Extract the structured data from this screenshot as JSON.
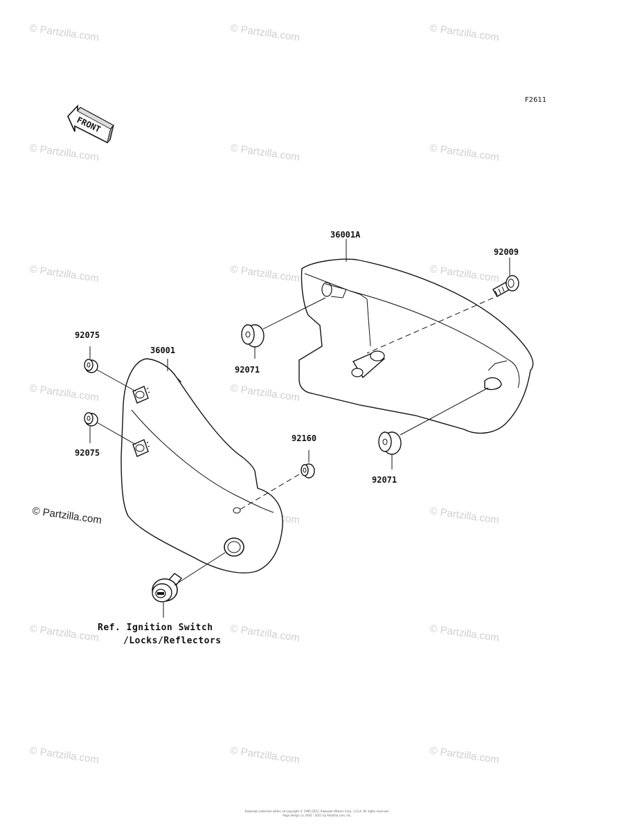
{
  "figure_id": "F2611",
  "front_label": "FRONT",
  "watermark": "© Partzilla.com",
  "parts": {
    "cover_right": "36001A",
    "cover_left": "36001",
    "bolt": "92009",
    "grommet_upper": "92071",
    "grommet_lower": "92071",
    "damper_upper": "92075",
    "damper_lower": "92075",
    "damper_small": "92160"
  },
  "reference_line1": "Ref. Ignition Switch",
  "reference_line2": "/Locks/Reflectors",
  "copyright_line1": "Kawasaki materials within all copyright © 1995-2011, Kawasaki Motors Corp., U.S.A. All rights reserved.",
  "copyright_line2": "Page design (c) 2002 - 2011 by Partzilla.com, Inc."
}
